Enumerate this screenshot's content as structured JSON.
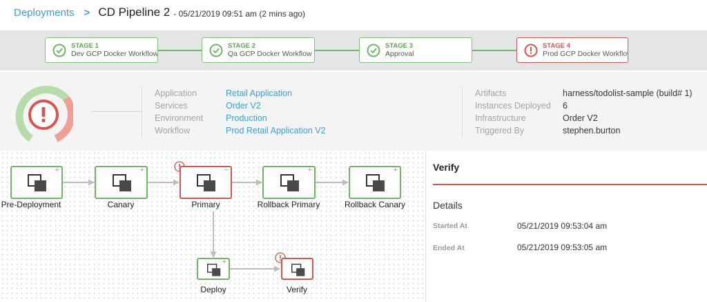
{
  "header": {
    "breadcrumb": "Deployments",
    "title": "CD Pipeline 2",
    "subtitle": "- 05/21/2019 09:51 am (2 mins ago)"
  },
  "stages": [
    {
      "number": "STAGE 1",
      "name": "Dev GCP Docker Workflow",
      "status": "success"
    },
    {
      "number": "STAGE 2",
      "name": "Qa GCP Docker Workflow",
      "status": "success"
    },
    {
      "number": "STAGE 3",
      "name": "Approval",
      "status": "success"
    },
    {
      "number": "STAGE 4",
      "name": "Prod GCP Docker Workflow",
      "status": "failed"
    }
  ],
  "info": {
    "left": [
      {
        "key": "Application",
        "value": "Retail Application"
      },
      {
        "key": "Services",
        "value": "Order V2"
      },
      {
        "key": "Environment",
        "value": "Production"
      },
      {
        "key": "Workflow",
        "value": "Prod Retail Application V2"
      }
    ],
    "right": [
      {
        "key": "Artifacts",
        "value": "harness/todolist-sample (build# 1)"
      },
      {
        "key": "Instances Deployed",
        "value": "6"
      },
      {
        "key": "Infrastructure",
        "value": "Order V2"
      },
      {
        "key": "Triggered By",
        "value": "stephen.burton"
      }
    ]
  },
  "nodes": [
    {
      "label": "Pre-Deployment",
      "status": "success",
      "toggle": "+"
    },
    {
      "label": "Canary",
      "status": "success",
      "toggle": "+"
    },
    {
      "label": "Primary",
      "status": "failed",
      "toggle": "−"
    },
    {
      "label": "Rollback Primary",
      "status": "success",
      "toggle": "+"
    },
    {
      "label": "Rollback Canary",
      "status": "success",
      "toggle": "+"
    },
    {
      "label": "Deploy",
      "status": "success",
      "toggle": "+"
    },
    {
      "label": "Verify",
      "status": "failed",
      "toggle": ""
    }
  ],
  "panel": {
    "title": "Verify",
    "section": "Details",
    "started_label": "Started At",
    "started_value": "05/21/2019 09:53:04 am",
    "ended_label": "Ended At",
    "ended_value": "05/21/2019 09:53:05 am"
  },
  "colors": {
    "success": "#6db765",
    "failed": "#d9534f",
    "link": "#3b9fd8"
  },
  "icons": {
    "stage_success": "check-circle-icon",
    "stage_failed": "exclamation-circle-icon",
    "node": "stacked-squares-icon",
    "warning": "exclamation-circle-icon"
  }
}
